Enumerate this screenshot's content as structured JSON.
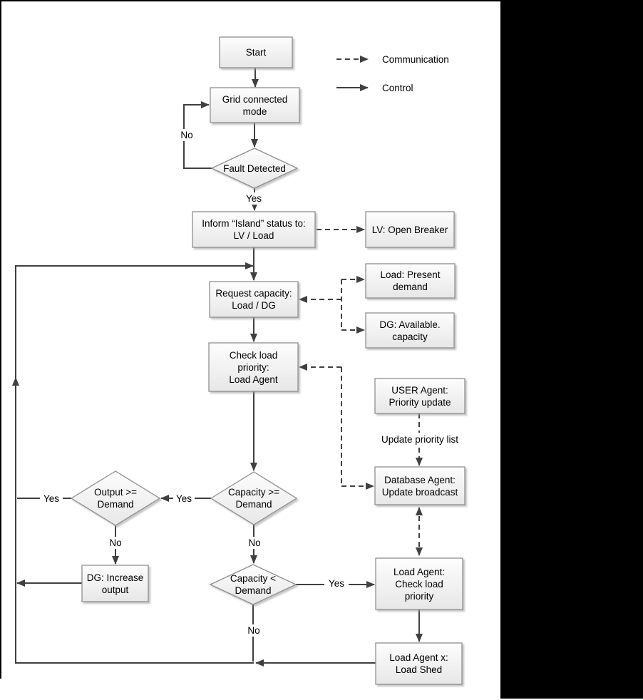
{
  "colors": {
    "line": "#404040",
    "node_border": "#8f8f8f",
    "node_fill_top": "#fdfdfd",
    "node_fill_bottom": "#e7e7e7",
    "panel_black": "#000000"
  },
  "legend": {
    "communication_label": "Communication",
    "control_label": "Control"
  },
  "nodes": {
    "start": {
      "lines": [
        "Start"
      ]
    },
    "grid_mode": {
      "lines": [
        "Grid connected",
        "mode"
      ]
    },
    "fault_detected": {
      "lines": [
        "Fault Detected"
      ]
    },
    "inform_island": {
      "lines": [
        "Inform “Island” status to:",
        "LV / Load"
      ]
    },
    "lv_open_breaker": {
      "lines": [
        "LV: Open Breaker"
      ]
    },
    "request_capacity": {
      "lines": [
        "Request capacity:",
        "Load / DG"
      ]
    },
    "load_present_demand": {
      "lines": [
        "Load: Present",
        "demand"
      ]
    },
    "dg_available_capacity": {
      "lines": [
        "DG: Available.",
        "capacity"
      ]
    },
    "check_load_priority": {
      "lines": [
        "Check load",
        "priority:",
        "Load Agent"
      ]
    },
    "user_agent": {
      "lines": [
        "USER Agent:",
        "Priority update"
      ]
    },
    "database_agent": {
      "lines": [
        "Database Agent:",
        "Update broadcast"
      ]
    },
    "capacity_ge_demand": {
      "lines": [
        "Capacity >=",
        "Demand"
      ]
    },
    "output_ge_demand": {
      "lines": [
        "Output >=",
        "Demand"
      ]
    },
    "dg_increase_output": {
      "lines": [
        "DG: Increase",
        "output"
      ]
    },
    "capacity_lt_demand": {
      "lines": [
        "Capacity <",
        "Demand"
      ]
    },
    "load_agent_check": {
      "lines": [
        "Load Agent:",
        "Check load",
        "priority"
      ]
    },
    "load_shed": {
      "lines": [
        "Load Agent x:",
        "Load Shed"
      ]
    }
  },
  "edge_labels": {
    "fault_no": "No",
    "fault_yes": "Yes",
    "capge_yes": "Yes",
    "capge_no": "No",
    "outputge_yes": "Yes",
    "outputge_no": "No",
    "caplt_no": "No",
    "caplt_yes": "Yes",
    "update_priority_list": "Update priority list"
  }
}
